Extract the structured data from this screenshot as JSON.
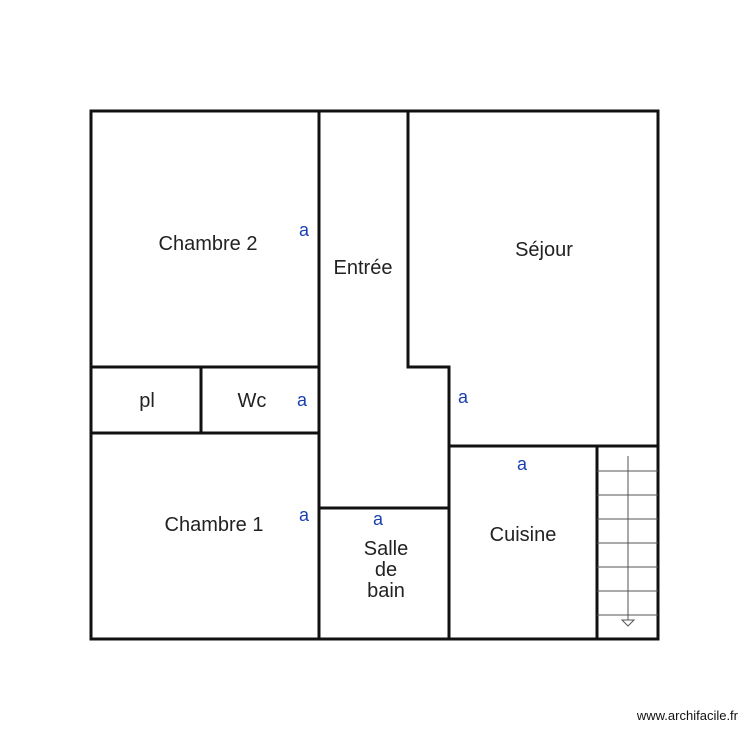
{
  "rooms": {
    "chambre2": "Chambre 2",
    "entree": "Entrée",
    "sejour": "Séjour",
    "pl": "pl",
    "wc": "Wc",
    "chambre1": "Chambre 1",
    "salle_de_bain": [
      "Salle",
      "de",
      "bain"
    ],
    "cuisine": "Cuisine"
  },
  "marker": "a",
  "colors": {
    "wall": "#111111",
    "marker": "#1a3fb0",
    "stair": "#555555"
  },
  "watermark": "www.archifacile.fr"
}
